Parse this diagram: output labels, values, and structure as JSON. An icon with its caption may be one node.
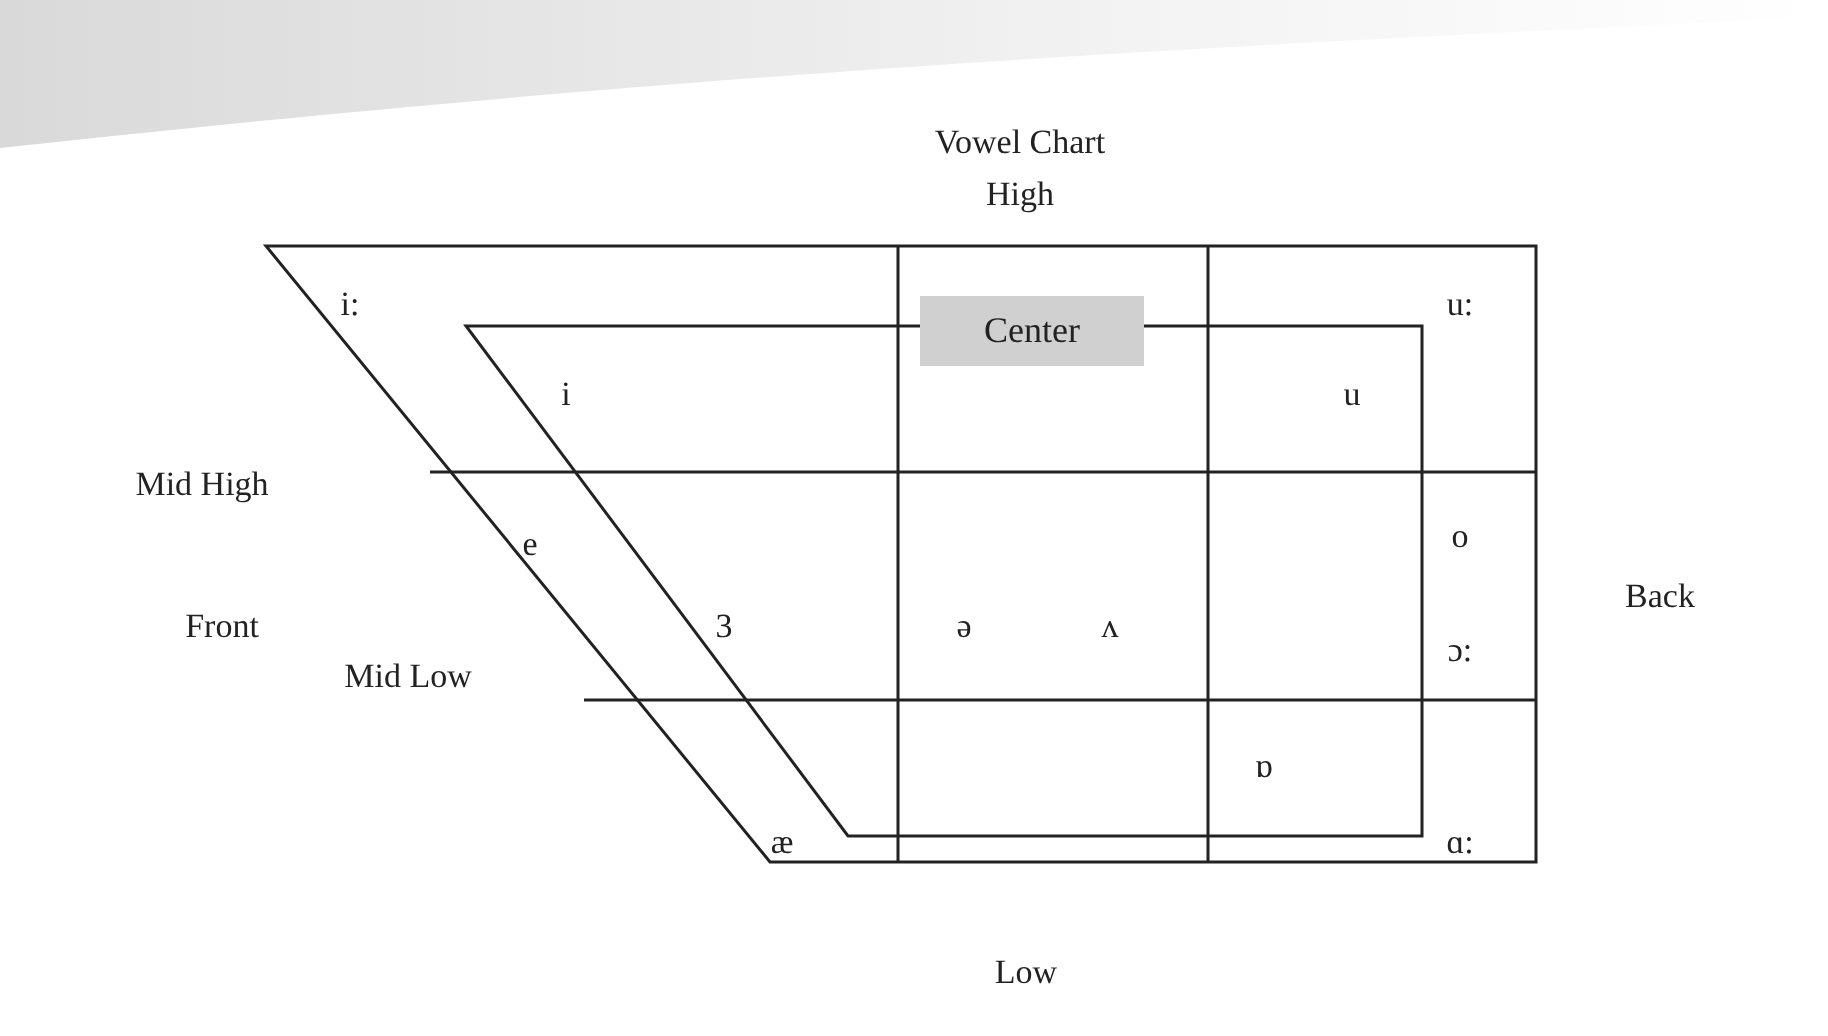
{
  "diagram": {
    "title": "Vowel Chart",
    "nodes": [
      {
        "text": [
          "Center"
        ]
      }
    ],
    "labels": [
      "High",
      "i:",
      "u:",
      "i",
      "u",
      "Mid High",
      "e",
      "o",
      "Front",
      "3",
      "ə",
      "ʌ",
      "Back",
      "ɔ:",
      "Mid Low",
      "ɒ",
      "æ",
      "ɑ:",
      "Low"
    ]
  }
}
